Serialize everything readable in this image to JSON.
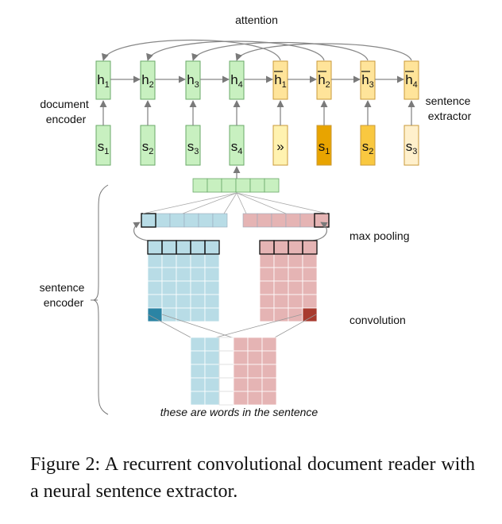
{
  "diagram": {
    "attention_label": "attention",
    "document_encoder_label": [
      "document",
      "encoder"
    ],
    "sentence_extractor_label": [
      "sentence",
      "extractor"
    ],
    "sentence_encoder_label": [
      "sentence",
      "encoder"
    ],
    "max_pooling_label": "max pooling",
    "convolution_label": "convolution",
    "words_label": "these are words in the sentence",
    "encoder_hidden": [
      {
        "base": "h",
        "sub": "1"
      },
      {
        "base": "h",
        "sub": "2"
      },
      {
        "base": "h",
        "sub": "3"
      },
      {
        "base": "h",
        "sub": "4"
      }
    ],
    "extractor_hidden": [
      {
        "base": "h",
        "sub": "1"
      },
      {
        "base": "h",
        "sub": "2"
      },
      {
        "base": "h",
        "sub": "3"
      },
      {
        "base": "h",
        "sub": "4"
      }
    ],
    "encoder_inputs": [
      {
        "base": "s",
        "sub": "1"
      },
      {
        "base": "s",
        "sub": "2"
      },
      {
        "base": "s",
        "sub": "3"
      },
      {
        "base": "s",
        "sub": "4"
      }
    ],
    "extractor_inputs": [
      {
        "base": "»",
        "sub": ""
      },
      {
        "base": "s",
        "sub": "1"
      },
      {
        "base": "s",
        "sub": "2"
      },
      {
        "base": "s",
        "sub": "3"
      }
    ],
    "colors": {
      "encoder_green": "#c8f0c0",
      "encoder_green_border": "#6aa868",
      "extractor_yellow": "#ffe49a",
      "extractor_shades": [
        "#fff2b0",
        "#e8a400",
        "#f9c840",
        "#fff0cc"
      ],
      "extractor_border": "#c99a3a",
      "blue_cell": "#b8dce6",
      "blue_dark": "#2b84a4",
      "red_cell": "#e5b4b4",
      "red_dark": "#a83a2e",
      "arrow": "#888888"
    }
  },
  "caption": "Figure 2:  A recurrent convolutional document reader with a neural sentence extractor."
}
